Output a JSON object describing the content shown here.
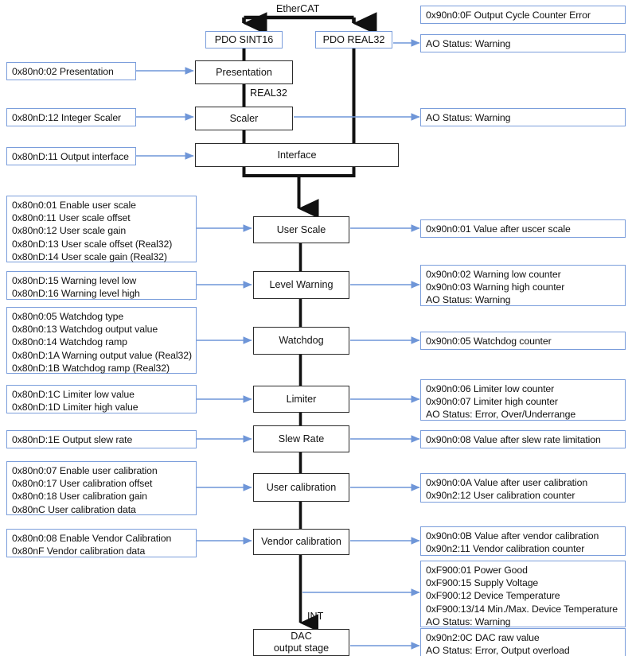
{
  "diagram": {
    "title": "EtherCAT analog output signal chain",
    "bus_label": "EtherCAT",
    "datatype_labels": {
      "real32": "REAL32",
      "int": "INT"
    },
    "colors": {
      "param_box_border": "#7a9ddb",
      "block_border": "#2b2b2b",
      "wire_blue": "#6f96d8",
      "chain_black": "#111111",
      "background": "#ffffff"
    }
  },
  "pdo": [
    {
      "label": "PDO SINT16"
    },
    {
      "label": "PDO REAL32"
    }
  ],
  "blocks": [
    {
      "id": "presentation",
      "line1": "Presentation",
      "line2": ""
    },
    {
      "id": "scaler",
      "line1": "Scaler",
      "line2": ""
    },
    {
      "id": "interface",
      "line1": "Interface",
      "line2": ""
    },
    {
      "id": "user-scale",
      "line1": "User Scale",
      "line2": ""
    },
    {
      "id": "level-warning",
      "line1": "Level Warning",
      "line2": ""
    },
    {
      "id": "watchdog",
      "line1": "Watchdog",
      "line2": ""
    },
    {
      "id": "limiter",
      "line1": "Limiter",
      "line2": ""
    },
    {
      "id": "slew-rate",
      "line1": "Slew Rate",
      "line2": ""
    },
    {
      "id": "user-calibration",
      "line1": "User calibration",
      "line2": ""
    },
    {
      "id": "vendor-calibration",
      "line1": "Vendor calibration",
      "line2": ""
    },
    {
      "id": "dac-output-stage",
      "line1": "DAC",
      "line2": "output stage"
    }
  ],
  "inputs": [
    {
      "id": "presentation",
      "text": "0x80n0:02 Presentation"
    },
    {
      "id": "integer-scaler",
      "text": "0x80nD:12 Integer Scaler"
    },
    {
      "id": "output-interface",
      "text": "0x80nD:11 Output interface"
    },
    {
      "id": "user-scale",
      "text": "0x80n0:01 Enable user scale\n0x80n0:11 User scale offset\n0x80n0:12 User scale gain\n0x80nD:13 User scale offset (Real32)\n0x80nD:14 User scale gain (Real32)"
    },
    {
      "id": "level-warning",
      "text": "0x80nD:15 Warning level low\n0x80nD:16 Warning level high"
    },
    {
      "id": "watchdog",
      "text": "0x80n0:05 Watchdog type\n0x80n0:13 Watchdog output value\n0x80n0:14 Watchdog ramp\n0x80nD:1A Warning output value (Real32)\n0x80nD:1B Watchdog ramp (Real32)"
    },
    {
      "id": "limiter",
      "text": "0x80nD:1C Limiter low value\n0x80nD:1D Limiter high value"
    },
    {
      "id": "slew-rate",
      "text": "0x80nD:1E Output slew rate"
    },
    {
      "id": "user-calibration",
      "text": "0x80n0:07 Enable user calibration\n0x80n0:17 User calibration offset\n0x80n0:18 User calibration gain\n0x80nC User calibration data"
    },
    {
      "id": "vendor-calibration",
      "text": "0x80n0:08 Enable Vendor Calibration\n0x80nF Vendor calibration data"
    }
  ],
  "outputs": [
    {
      "id": "output-cycle-counter-error",
      "text": "0x90n0:0F Output Cycle Counter Error"
    },
    {
      "id": "pdo-real32-status",
      "text": "AO Status: Warning"
    },
    {
      "id": "scaler-status",
      "text": "AO Status: Warning"
    },
    {
      "id": "user-scale",
      "text": "0x90n0:01 Value after uscer scale"
    },
    {
      "id": "level-warning",
      "text": "0x90n0:02 Warning low counter\n0x90n0:03 Warning high counter\nAO Status: Warning"
    },
    {
      "id": "watchdog",
      "text": "0x90n0:05 Watchdog counter"
    },
    {
      "id": "limiter",
      "text": "0x90n0:06 Limiter low counter\n0x90n0:07 Limiter high counter\nAO Status: Error, Over/Underrange"
    },
    {
      "id": "slew-rate",
      "text": "0x90n0:08 Value after slew rate limitation"
    },
    {
      "id": "user-calibration",
      "text": "0x90n0:0A Value after user calibration\n0x90n2:12 User calibration counter"
    },
    {
      "id": "vendor-calibration",
      "text": "0x90n0:0B Value after vendor calibration\n0x90n2:11 Vendor calibration counter"
    },
    {
      "id": "device-diagnostics",
      "text": "0xF900:01 Power Good\n0xF900:15 Supply Voltage\n0xF900:12 Device Temperature\n0xF900:13/14 Min./Max. Device Temperature\nAO Status: Warning"
    },
    {
      "id": "dac-output-stage",
      "text": "0x90n2:0C DAC raw value\nAO Status: Error, Output overload"
    }
  ]
}
